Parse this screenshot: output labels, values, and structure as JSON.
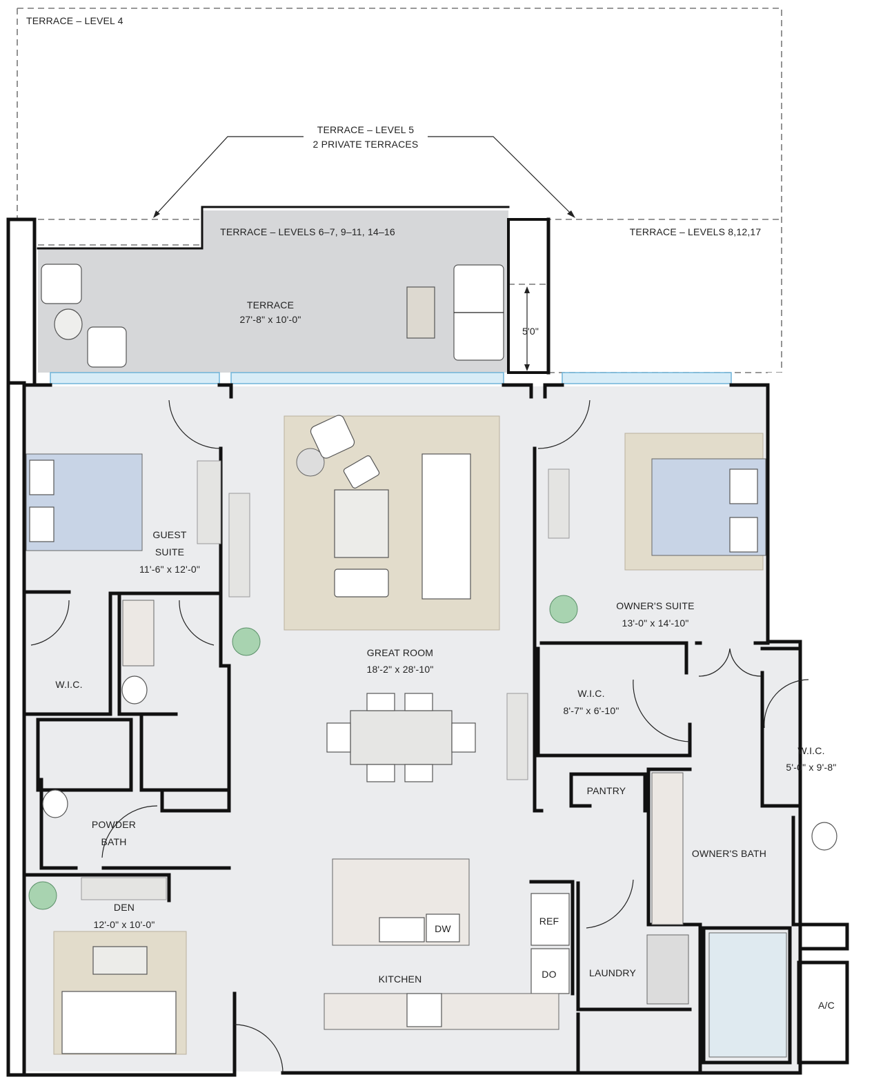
{
  "terraces": {
    "level4": "TERRACE – LEVEL 4",
    "level5_line1": "TERRACE – LEVEL 5",
    "level5_line2": "2 PRIVATE TERRACES",
    "levels_6_16": "TERRACE – LEVELS 6–7, 9–11, 14–16",
    "levels_8_12_17": "TERRACE – LEVELS 8,12,17",
    "main_name": "TERRACE",
    "main_size": "27'-8\" x 10'-0\"",
    "offset_dimension": "5'0\""
  },
  "rooms": {
    "guest_suite": {
      "line1": "GUEST",
      "line2": "SUITE",
      "size": "11'-6\" x 12'-0\""
    },
    "great_room": {
      "name": "GREAT ROOM",
      "size": "18'-2\" x 28'-10\""
    },
    "owners_suite": {
      "name": "OWNER'S SUITE",
      "size": "13'-0\" x 14'-10\""
    },
    "guest_wic": {
      "name": "W.I.C."
    },
    "owners_wic_1": {
      "name": "W.I.C.",
      "size": "8'-7\" x 6'-10\""
    },
    "owners_wic_2": {
      "name": "W.I.C.",
      "size": "5'-0\" x 9'-8\""
    },
    "pantry": {
      "name": "PANTRY"
    },
    "powder_bath": {
      "line1": "POWDER",
      "line2": "BATH"
    },
    "owners_bath": {
      "name": "OWNER'S BATH"
    },
    "den": {
      "name": "DEN",
      "size": "12'-0\" x 10'-0\""
    },
    "kitchen": {
      "name": "KITCHEN"
    },
    "laundry": {
      "name": "LAUNDRY"
    },
    "ac": {
      "name": "A/C"
    }
  },
  "appliances": {
    "dishwasher": "DW",
    "refrigerator": "REF",
    "double_oven": "DO"
  },
  "colors": {
    "wall": "#111111",
    "floor": "#ebecee",
    "terrace": "#d6d7d9",
    "rug": "#e2dccb",
    "bed": "#c8d4e6",
    "window": "#6fb3d8",
    "plant": "#a8d3b0"
  }
}
